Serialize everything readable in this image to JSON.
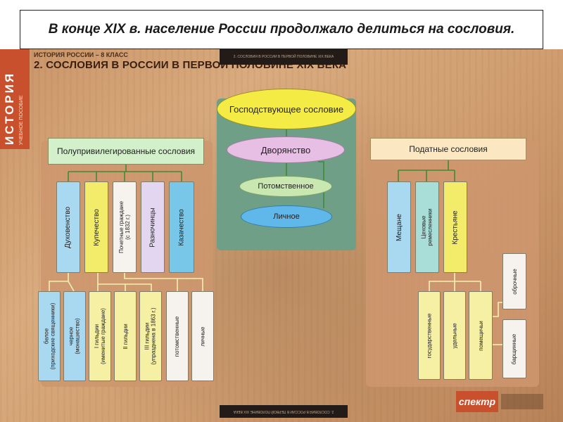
{
  "caption": "В конце XIX в. население России продолжало делиться на сословия.",
  "poster": {
    "side_strip": "ИСТОРИЯ",
    "side_strip_sub": "УЧЕБНОЕ ПОСОБИЕ",
    "header_small": "ИСТОРИЯ РОССИИ – 8 КЛАСС",
    "header_main": "2. СОСЛОВИЯ В РОССИИ В ПЕРВОЙ ПОЛОВИНЕ XIX ВЕКА",
    "top_tab": "2. СОСЛОВИЯ В РОССИИ В ПЕРВОЙ ПОЛОВИНЕ XIX ВЕКА",
    "bottom_tab": "2. СОСЛОВИЯ В РОССИИ В ПЕРВОЙ ПОЛОВИНЕ XIX ВЕКА",
    "logo": "спектр"
  },
  "ruling": {
    "title": "Господствующее сословие",
    "nobility": "Дворянство",
    "hereditary": "Потомственное",
    "personal": "Личное"
  },
  "semi": {
    "title": "Полупривилегированные сословия",
    "clergy": "Духовенство",
    "merchants": "Купечество",
    "honorary_1": "Почетные граждане",
    "honorary_2": "(с 1832 г.)",
    "raznochintsy": "Разночинцы",
    "cossacks": "Казачество",
    "white_1": "белое",
    "white_2": "(приходские священники)",
    "black_1": "черное",
    "black_2": "(монашество)",
    "guild1_1": "I гильдии",
    "guild1_2": "(именитые граждане)",
    "guild2": "II гильдии",
    "guild3_1": "III гильдии",
    "guild3_2": "(упразднена в 1863 г.)",
    "hon_hereditary": "потомственные",
    "hon_personal": "личные"
  },
  "taxable": {
    "title": "Податные сословия",
    "townsfolk": "Мещане",
    "artisans_1": "Цеховые",
    "artisans_2": "ремесленники",
    "peasants": "Крестьяне",
    "state": "государственные",
    "appanage": "удельные",
    "landlord": "помещичьи",
    "obrok": "оброчные",
    "corvee": "барщинные"
  }
}
